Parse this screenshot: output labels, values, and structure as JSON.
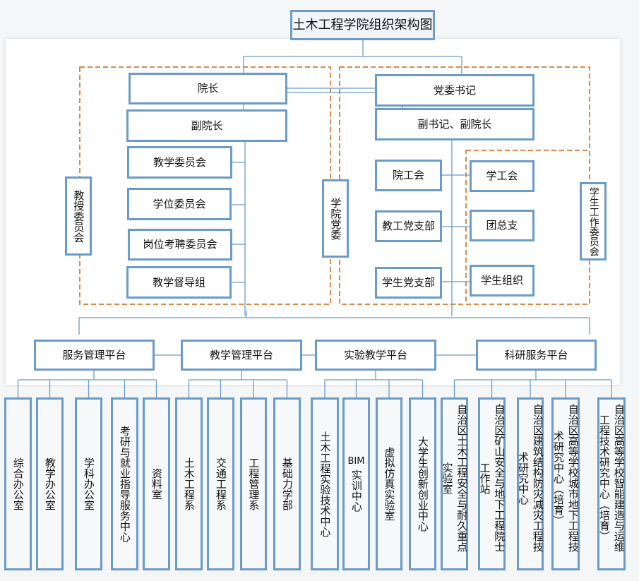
{
  "title": "土木工程学院组织架构图",
  "colors": {
    "box_border": "#6b9bc7",
    "connector": "#6b9bc7",
    "dashed_group": "#d98a4a",
    "panel_bg": "#ffffff",
    "page_bg": "#f4f6f8"
  },
  "left_group": {
    "label": "教授委员会",
    "dean": "院长",
    "vice_dean": "副院长",
    "committees": [
      "教学委员会",
      "学位委员会",
      "岗位考聘委员会",
      "教学督导组"
    ]
  },
  "right_group": {
    "label": "学院党委",
    "party_secretary": "党委书记",
    "deputy": "副书记、副院长",
    "branches": [
      "院工会",
      "教工党支部",
      "学生党支部"
    ],
    "student_committee": {
      "label": "学生工作委员会",
      "items": [
        "学工会",
        "团总支",
        "学生组织"
      ]
    }
  },
  "platforms": [
    {
      "label": "服务管理平台",
      "units": [
        {
          "lines": [
            "综合办公室"
          ]
        },
        {
          "lines": [
            "教学办公室"
          ]
        },
        {
          "lines": [
            "学科办公室"
          ]
        },
        {
          "lines": [
            "考研与就业指导服务中心"
          ]
        },
        {
          "lines": [
            "资料室"
          ]
        }
      ]
    },
    {
      "label": "教学管理平台",
      "units": [
        {
          "lines": [
            "土木工程系"
          ]
        },
        {
          "lines": [
            "交通工程系"
          ]
        },
        {
          "lines": [
            "工程管理系"
          ]
        },
        {
          "lines": [
            "基础力学部"
          ]
        }
      ]
    },
    {
      "label": "实验教学平台",
      "units": [
        {
          "lines": [
            "土木工程实验技术中心"
          ]
        },
        {
          "lines": [
            "BIM",
            "实训中心"
          ]
        },
        {
          "lines": [
            "虚拟仿真实验室"
          ]
        },
        {
          "lines": [
            "大学生创新创业中心"
          ]
        }
      ]
    },
    {
      "label": "科研服务平台",
      "units": [
        {
          "lines": [
            "自治区土木工程安全与耐久重点",
            "实验室"
          ]
        },
        {
          "lines": [
            "自治区矿山安全与地下工程院士",
            "工作站"
          ]
        },
        {
          "lines": [
            "自治区建筑结构防灾减灾工程技",
            "术研究中心"
          ]
        },
        {
          "lines": [
            "自治区高等学校城市地下工程技",
            "术研究中心（培育）"
          ]
        },
        {
          "lines": [
            "自治区高等学校智能建造与运维",
            "工程技术研究中心（培育）"
          ]
        }
      ]
    }
  ]
}
